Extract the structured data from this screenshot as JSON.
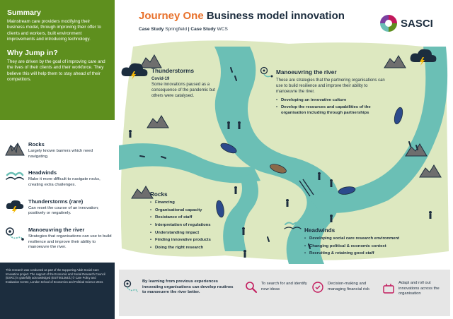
{
  "summary": {
    "title": "Summary",
    "body": "Mainstream care providers modifying their business model, through improving their offer to clients and workers, built environment improvements and introducing technology."
  },
  "why": {
    "title": "Why Jump in?",
    "body": "They are driven by the goal of improving care and the lives of their clients and their workforce. They believe this will help them to stay ahead of their competitors."
  },
  "legend": {
    "rocks": {
      "title": "Rocks",
      "body": "Largely known barriers which need navigating.",
      "icon": "rock-icon"
    },
    "headwinds": {
      "title": "Headwinds",
      "body": "Make it more difficult to navigate rocks, creating extra challenges.",
      "icon": "wind-icon"
    },
    "thunderstorms": {
      "title": "Thunderstorms (rare)",
      "body": "Can reset the course of an innovation; positively or negatively.",
      "icon": "thunder-cloud-icon"
    },
    "river": {
      "title": "Manoeuvring the river",
      "body": "Strategies that organisations can use to build resilience and improve their ability to manoeuvre the river.",
      "icon": "route-icon"
    }
  },
  "footer": {
    "text": "This research was conducted as part of the Supporting Adult Social Care Innovation project. The support of the Economic and Social Research Council (ESRC) is gratefully acknowledged (ES/T001364/1) © Care Policy and Evaluation Centre, London School of Economics and Political Science 2024."
  },
  "header": {
    "title_a": "Journey One",
    "title_b": "Business model innovation",
    "case_label_1": "Case Study",
    "case_value_1": "Springfield",
    "separator": "|",
    "case_label_2": "Case Study",
    "case_value_2": "WCS"
  },
  "logo": {
    "text": "SASCI"
  },
  "map": {
    "thunderstorms": {
      "title": "Thunderstorms",
      "subtitle": "Covid-19",
      "body": "Some innovations paused as a consequence of the pandemic but others were catalysed."
    },
    "river": {
      "title": "Manoeuvring the river",
      "body": "These are strategies that the partnering organisations can use to build resilience and improve their ability to manoeuvre the river.",
      "items": [
        "Developing an innovative culture",
        "Develop the resources and capabilities of the organisation including through partnerships"
      ]
    },
    "rocks": {
      "title": "Rocks",
      "items": [
        "Financing",
        "Organisational capacity",
        "Resistance of staff",
        "Interpretation of regulations",
        "Understanding impact",
        "Finding innovative products",
        "Doing the right research"
      ]
    },
    "headwinds": {
      "title": "Headwinds",
      "items": [
        "Developing social care research environment",
        "Changing political & economic context",
        "Recruiting & retaining good staff"
      ]
    }
  },
  "bottom": {
    "main": "By learning from previous experiences innovating organisations can develop routines to manoeuvre the river better.",
    "item1": "To search for and identify new ideas",
    "item2": "Decision-making and managing financial risk",
    "item3": "Adapt and roll out innovations across the organisation"
  },
  "colors": {
    "green": "#5e8f1e",
    "dark": "#1c2d3e",
    "orange": "#e8702a",
    "land": "#dde8c0",
    "river": "#6bbfb5",
    "rock": "#6e6e6e",
    "magenta": "#c2185b"
  }
}
